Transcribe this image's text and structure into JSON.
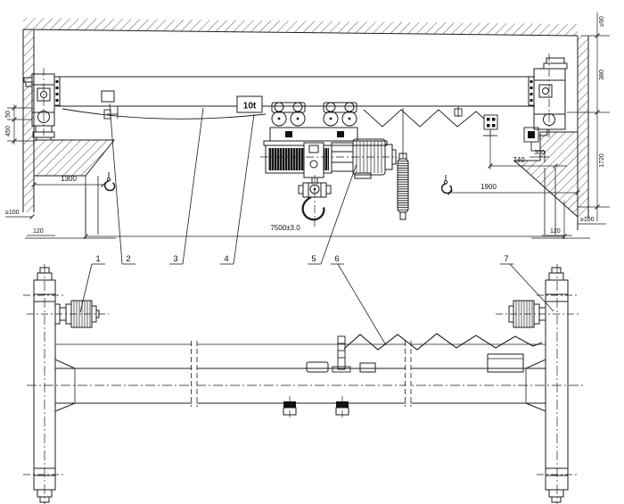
{
  "drawing": {
    "capacity_plate": "10t",
    "callouts": [
      "1",
      "2",
      "3",
      "4",
      "5",
      "6",
      "7"
    ],
    "dimensions": {
      "span": "7500±3.0",
      "hook_approach_left": "1300",
      "hook_approach_right": "1900",
      "bracket_to_wall_right": "740",
      "bracket_height_right": "300",
      "rail_height_left": "50",
      "beam_height_left": "450",
      "rail_width_left": "120",
      "rail_width_right": "120",
      "wall_clearance_left": "≥100",
      "wall_clearance_right": "≥100",
      "top_clearance": "≥90",
      "girder_zone_height": "380",
      "under_girder_height": "1720"
    }
  }
}
